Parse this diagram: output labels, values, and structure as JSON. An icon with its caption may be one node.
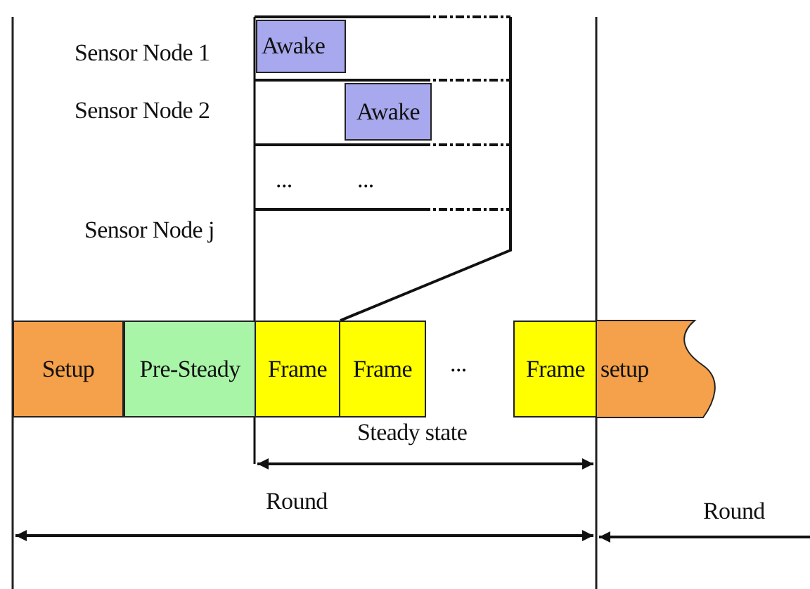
{
  "diagram": {
    "nodes": [
      {
        "text": [
          "Awake"
        ]
      },
      {
        "text": [
          "Awake"
        ]
      },
      {
        "text": [
          "Setup"
        ]
      },
      {
        "text": [
          "Pre-Steady"
        ]
      },
      {
        "text": [
          "Frame"
        ]
      },
      {
        "text": [
          "Frame"
        ]
      },
      {
        "text": [
          "Frame"
        ]
      },
      {
        "text": [
          "setup"
        ]
      }
    ],
    "labels": [
      "Sensor Node 1",
      "Sensor Node 2",
      "...",
      "...",
      "Sensor Node j",
      "...",
      "Steady state",
      "Round",
      "Round"
    ]
  }
}
